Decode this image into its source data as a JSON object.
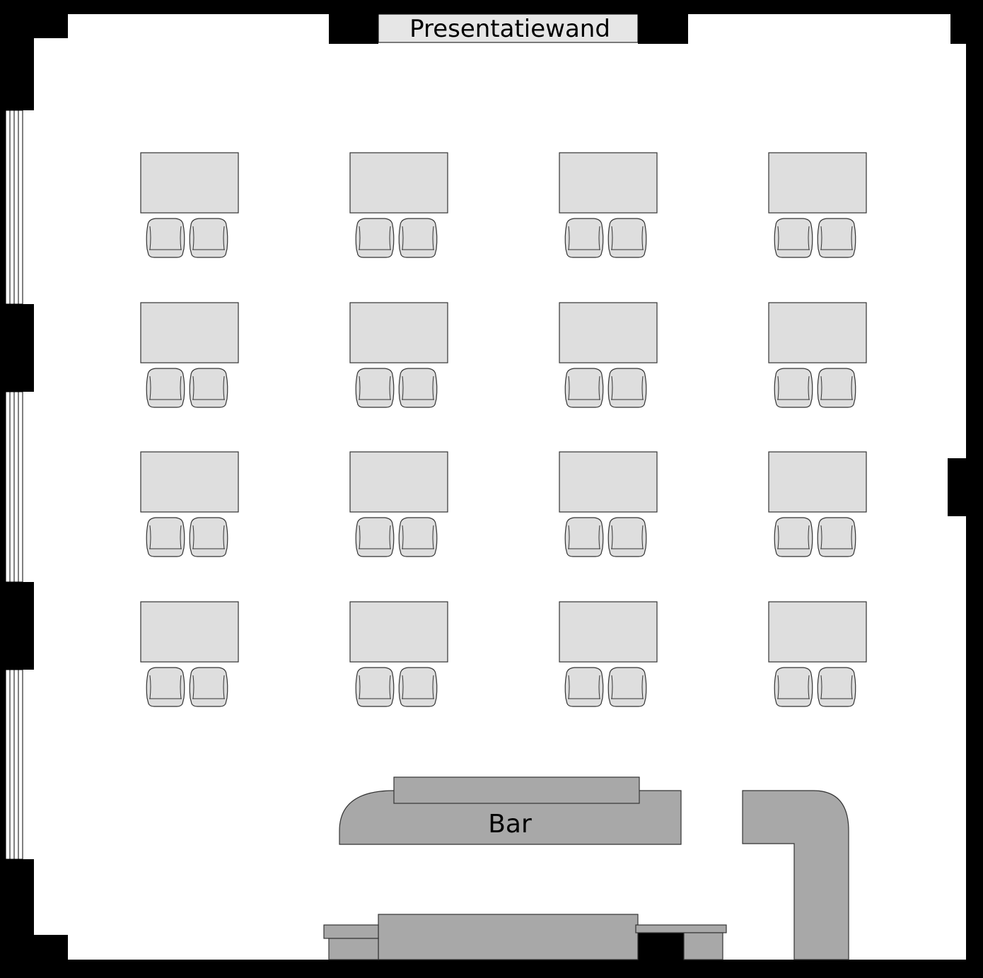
{
  "labels": {
    "presentation_wall": "Presentatiewand",
    "bar": "Bar"
  },
  "layout": {
    "table_rows": 4,
    "table_columns": 4,
    "chairs_per_table": 2
  },
  "colors": {
    "wall": "#000000",
    "floor": "#ffffff",
    "table_fill": "#dedede",
    "bar_fill": "#a8a8a8",
    "stroke": "#333333"
  }
}
